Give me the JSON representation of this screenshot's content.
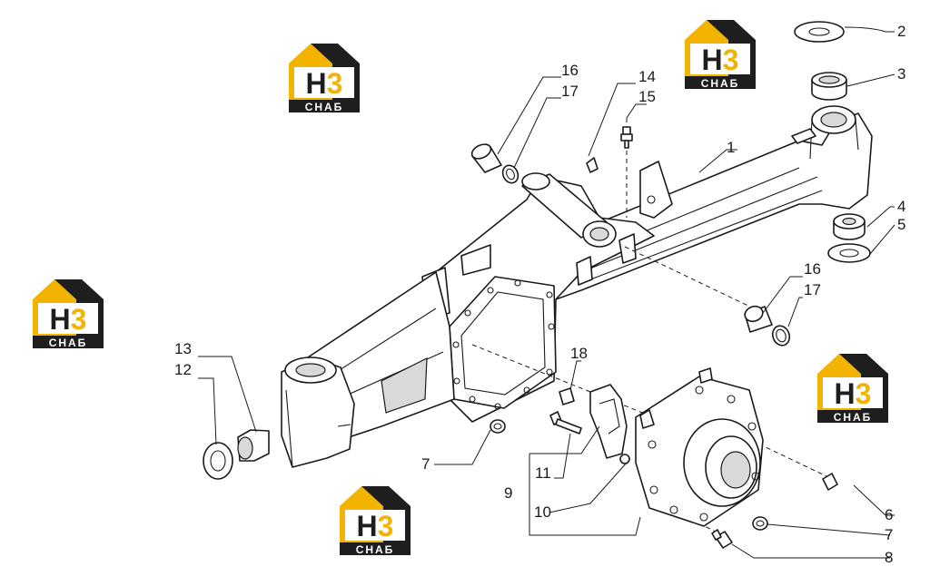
{
  "diagram": {
    "callouts": [
      {
        "id": "c1",
        "label": "1"
      },
      {
        "id": "c2",
        "label": "2"
      },
      {
        "id": "c3",
        "label": "3"
      },
      {
        "id": "c4",
        "label": "4"
      },
      {
        "id": "c5",
        "label": "5"
      },
      {
        "id": "c6",
        "label": "6"
      },
      {
        "id": "c7a",
        "label": "7"
      },
      {
        "id": "c7b",
        "label": "7"
      },
      {
        "id": "c8",
        "label": "8"
      },
      {
        "id": "c9",
        "label": "9"
      },
      {
        "id": "c10",
        "label": "10"
      },
      {
        "id": "c11",
        "label": "11"
      },
      {
        "id": "c12",
        "label": "12"
      },
      {
        "id": "c13",
        "label": "13"
      },
      {
        "id": "c14",
        "label": "14"
      },
      {
        "id": "c15",
        "label": "15"
      },
      {
        "id": "c16a",
        "label": "16"
      },
      {
        "id": "c16b",
        "label": "16"
      },
      {
        "id": "c17a",
        "label": "17"
      },
      {
        "id": "c17b",
        "label": "17"
      },
      {
        "id": "c18",
        "label": "18"
      }
    ]
  },
  "watermark": {
    "big_text": "H3",
    "small_text": "СНАБ",
    "colors": {
      "yellow": "#f2b400",
      "dark": "#1e1e1e",
      "white": "#ffffff"
    }
  }
}
